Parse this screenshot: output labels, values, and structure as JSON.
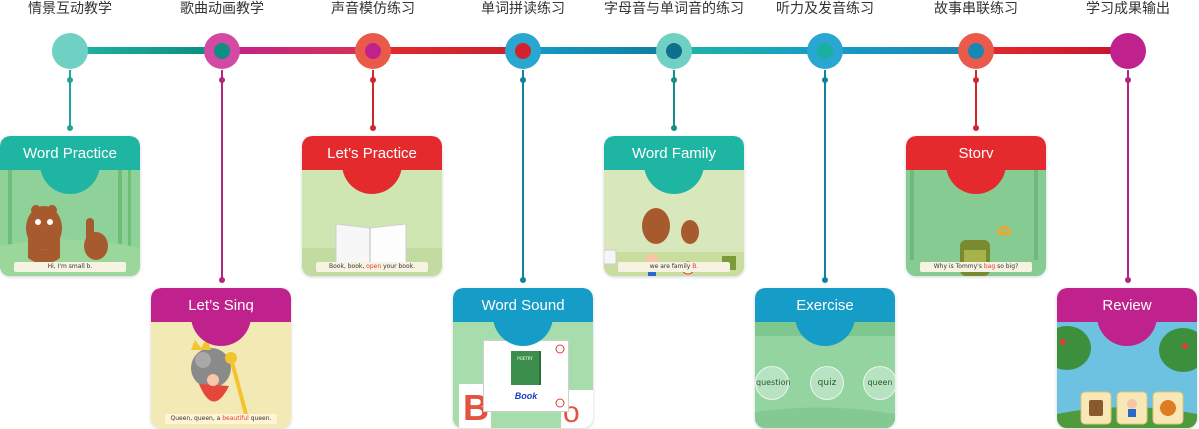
{
  "colors": {
    "teal": "#1fb5a3",
    "magenta": "#c0228d",
    "red": "#e52a2d",
    "blue": "#159cc7"
  },
  "steps": [
    {
      "label": "情景互动教学",
      "card_title": "Word Practice",
      "caption_pre": "Hi, I'm small b.",
      "caption_hl": "",
      "caption_post": "",
      "accent": "teal"
    },
    {
      "label": "歌曲动画教学",
      "card_title": "Let’s Sing",
      "caption_pre": "Queen, queen, a ",
      "caption_hl": "beautiful",
      "caption_post": " queen.",
      "accent": "magenta"
    },
    {
      "label": "声音模仿练习",
      "card_title": "Let’s Practice",
      "caption_pre": "Book, book, ",
      "caption_hl": "open",
      "caption_post": " your book.",
      "accent": "red"
    },
    {
      "label": "单词拼读练习",
      "card_title": "Word Sound",
      "word": "Book",
      "book_tag": "POETRY",
      "accent": "blue"
    },
    {
      "label": "字母音与单词音的练习",
      "card_title": "Word Family",
      "caption_pre": "we are family ",
      "caption_hl": "B.",
      "caption_post": "",
      "accent": "teal"
    },
    {
      "label": "听力及发音练习",
      "card_title": "Exercise",
      "bubbles": [
        "question",
        "quiz",
        "queen"
      ],
      "accent": "blue"
    },
    {
      "label": "故事串联练习",
      "card_title": "Story",
      "caption_pre": "Why is Tommy's ",
      "caption_hl": "bag",
      "caption_post": " so big?",
      "accent": "red"
    },
    {
      "label": "学习成果输出",
      "card_title": "Review",
      "accent": "magenta"
    }
  ]
}
